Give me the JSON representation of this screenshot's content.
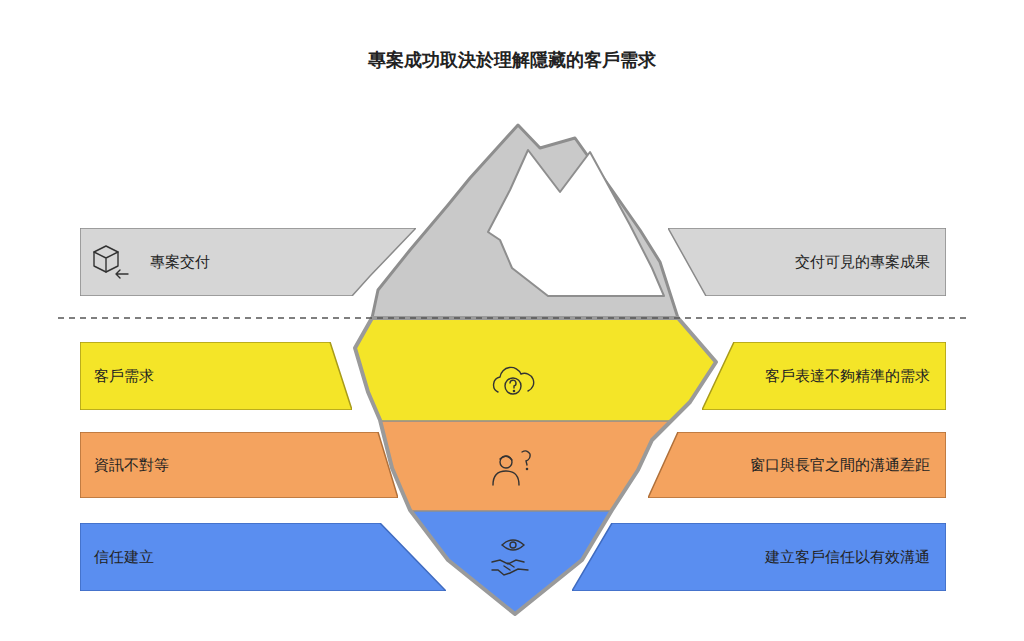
{
  "diagram": {
    "title": "專案成功取決於理解隱藏的客戶需求",
    "nodes": [
      {
        "text": [
          "專案交付"
        ]
      },
      {
        "text": [
          "交付可見的專案成果"
        ]
      },
      {
        "text": [
          "客戶需求"
        ]
      },
      {
        "text": [
          "客戶表達不夠精準的需求"
        ]
      },
      {
        "text": [
          "資訊不對等"
        ]
      },
      {
        "text": [
          "窗口與長官之間的溝通差距"
        ]
      },
      {
        "text": [
          "信任建立"
        ]
      },
      {
        "text": [
          "建立客戶信任以有效溝通"
        ]
      }
    ]
  }
}
